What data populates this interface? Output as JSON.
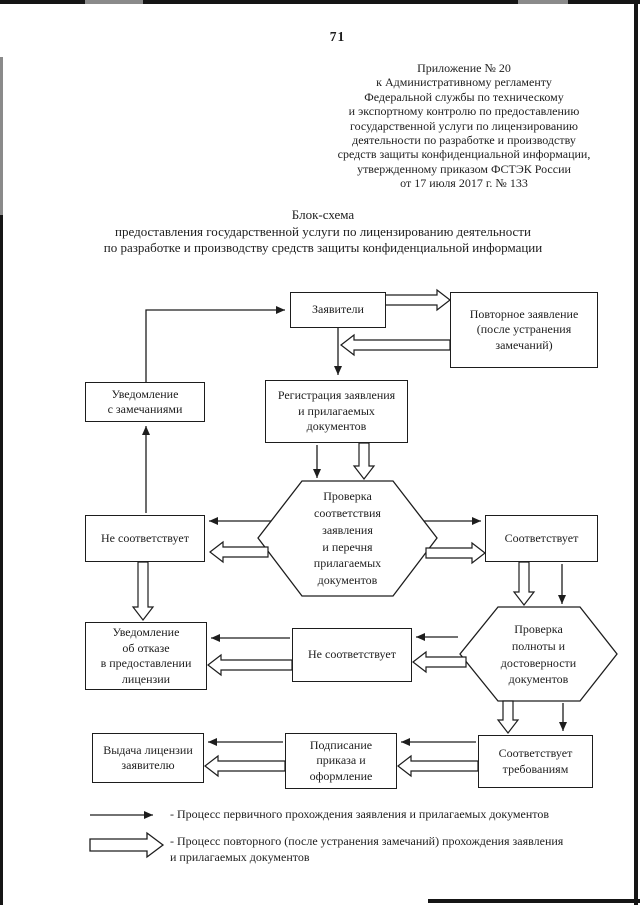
{
  "page": {
    "number": "71",
    "appendix": "Приложение № 20\nк Административному регламенту\nФедеральной службы по техническому\nи экспортному контролю по предоставлению\nгосударственной услуги по лицензированию\nдеятельности по разработке и производству\nсредств защиты конфиденциальной информации,\nутвержденному приказом ФСТЭК России\nот 17 июля 2017 г. № 133",
    "title": "Блок-схема\nпредоставления государственной услуги по лицензированию деятельности\nпо разработке и производству средств защиты конфиденциальной информации"
  },
  "flowchart": {
    "nodes": {
      "applicants": "Заявители",
      "repeat_application": "Повторное заявление\n(после устранения\nзамечаний)",
      "notice_remarks": "Уведомление\nс замечаниями",
      "registration": "Регистрация заявления\nи прилагаемых\nдокументов",
      "check_compliance": "Проверка\nсоответствия\nзаявления\nи перечня\nприлагаемых\nдокументов",
      "not_compliant_1": "Не соответствует",
      "compliant_1": "Соответствует",
      "refusal_notice": "Уведомление\nоб отказе\nв предоставлении\nлицензии",
      "check_completeness": "Проверка\nполноты и\nдостоверности\nдокументов",
      "not_compliant_2": "Не соответствует",
      "issue_license": "Выдача лицензии\nзаявителю",
      "sign_order": "Подписание\nприказа и\nоформление",
      "meets_requirements": "Соответствует\nтребованиям"
    },
    "legend": {
      "primary": "- Процесс первичного прохождения заявления и прилагаемых документов",
      "repeat": "- Процесс повторного (после устранения замечаний) прохождения заявления\nи прилагаемых документов",
      "primary_icon": "thin-solid-arrow",
      "repeat_icon": "hollow-outline-arrow"
    },
    "line_color": "#1d1d1d"
  }
}
